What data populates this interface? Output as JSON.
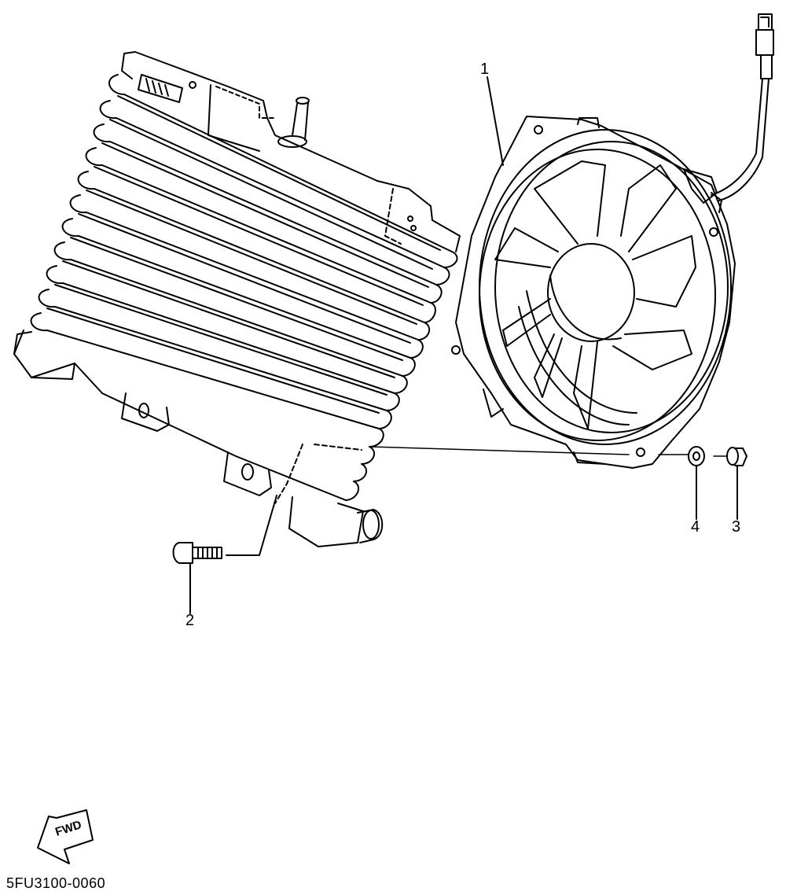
{
  "diagram": {
    "callouts": [
      {
        "id": "1",
        "part": "fan-assembly"
      },
      {
        "id": "2",
        "part": "bolt"
      },
      {
        "id": "3",
        "part": "nut"
      },
      {
        "id": "4",
        "part": "washer"
      }
    ],
    "fwd_label": "FWD",
    "drawing_code": "5FU3100-0060",
    "icons": [
      "radiator-icon",
      "fan-icon",
      "connector-icon",
      "bolt-icon",
      "washer-icon",
      "nut-icon",
      "fwd-arrow-icon"
    ]
  }
}
